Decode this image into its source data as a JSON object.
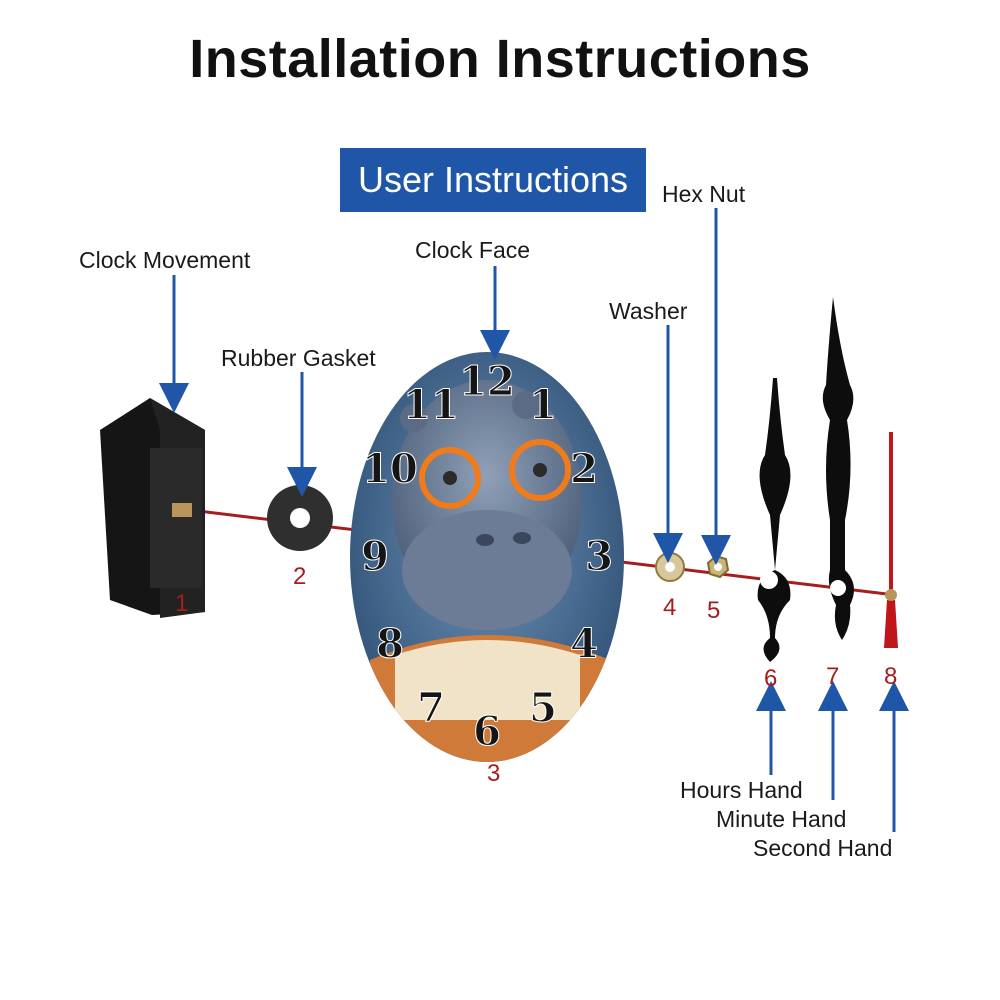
{
  "title": "Installation Instructions",
  "subtitle": "User Instructions",
  "parts": [
    {
      "label": "Clock Movement",
      "number": "1"
    },
    {
      "label": "Rubber Gasket",
      "number": "2"
    },
    {
      "label": "Clock Face",
      "number": "3"
    },
    {
      "label": "Washer",
      "number": "4"
    },
    {
      "label": "Hex Nut",
      "number": "5"
    },
    {
      "label": "Hours Hand",
      "number": "6"
    },
    {
      "label": "Minute Hand",
      "number": "7"
    },
    {
      "label": "Second Hand",
      "number": "8"
    }
  ],
  "dial_numbers": [
    "12",
    "1",
    "2",
    "3",
    "4",
    "5",
    "6",
    "7",
    "8",
    "9",
    "10",
    "11"
  ],
  "colors": {
    "arrow": "#1f56a8",
    "axis": "#a51d1d",
    "number": "#a51d1d",
    "subtitle_bg": "#1f56a8"
  }
}
